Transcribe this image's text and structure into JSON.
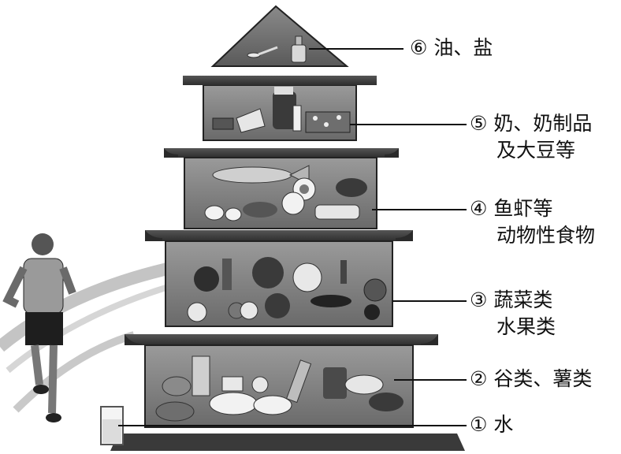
{
  "tiers": [
    {
      "number": "⑥",
      "lines": [
        "油、盐"
      ]
    },
    {
      "number": "⑤",
      "lines": [
        "奶、奶制品",
        "及大豆等"
      ]
    },
    {
      "number": "④",
      "lines": [
        "鱼虾等",
        "动物性食物"
      ]
    },
    {
      "number": "③",
      "lines": [
        "蔬菜类",
        "水果类"
      ]
    },
    {
      "number": "②",
      "lines": [
        "谷类、薯类"
      ]
    },
    {
      "number": "①",
      "lines": [
        "水"
      ]
    }
  ],
  "colors": {
    "ink": "#111111",
    "box_fill": "#8c8c8c",
    "box_dark": "#4a4a4a",
    "roof": "#3c3c3c",
    "track": "#b9b9b9"
  },
  "icons": [
    "oil-bottle-icon",
    "salt-spoon-icon",
    "milk-bottle-icon",
    "cheese-icon",
    "fish-icon",
    "egg-icon",
    "meat-icon",
    "vegetables-icon",
    "fruit-icon",
    "grain-icon",
    "bread-icon",
    "water-glass-icon",
    "runner-figure"
  ]
}
